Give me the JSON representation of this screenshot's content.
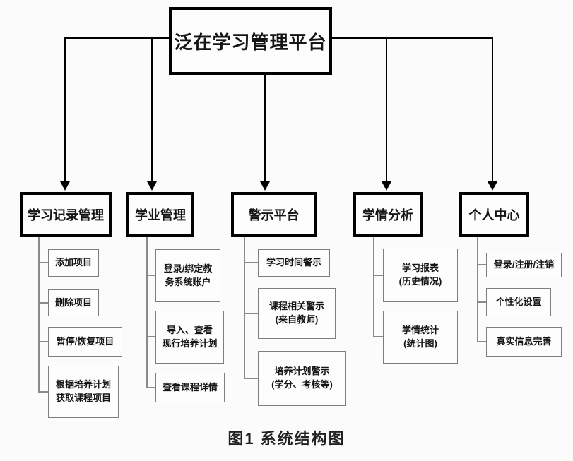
{
  "figure": {
    "root_label": "泛在学习管理平台",
    "caption": "图1 系统结构图"
  },
  "branches": [
    {
      "label": "学习记录管理",
      "children": [
        {
          "label": "添加项目"
        },
        {
          "label": "删除项目"
        },
        {
          "label": "暂停/恢复项目"
        },
        {
          "label": "根据培养计划\n获取课程项目"
        }
      ]
    },
    {
      "label": "学业管理",
      "children": [
        {
          "label": "登录/绑定教\n务系统账户"
        },
        {
          "label": "导入、查看\n现行培养计划"
        },
        {
          "label": "查看课程详情"
        }
      ]
    },
    {
      "label": "警示平台",
      "children": [
        {
          "label": "学习时间警示"
        },
        {
          "label": "课程相关警示\n(来自教师)"
        },
        {
          "label": "培养计划警示\n(学分、考核等)"
        }
      ]
    },
    {
      "label": "学情分析",
      "children": [
        {
          "label": "学习报表\n(历史情况)"
        },
        {
          "label": "学情统计\n(统计图)"
        }
      ]
    },
    {
      "label": "个人中心",
      "children": [
        {
          "label": "登录/注册/注销"
        },
        {
          "label": "个性化设置"
        },
        {
          "label": "真实信息完善"
        }
      ]
    }
  ],
  "colors": {
    "background": "#fbfbfb",
    "primary_border": "#000000",
    "leaf_border": "#7e7e7e",
    "primary_connector": "#000000",
    "secondary_connector": "#8a8a8a",
    "text": "#151515"
  }
}
